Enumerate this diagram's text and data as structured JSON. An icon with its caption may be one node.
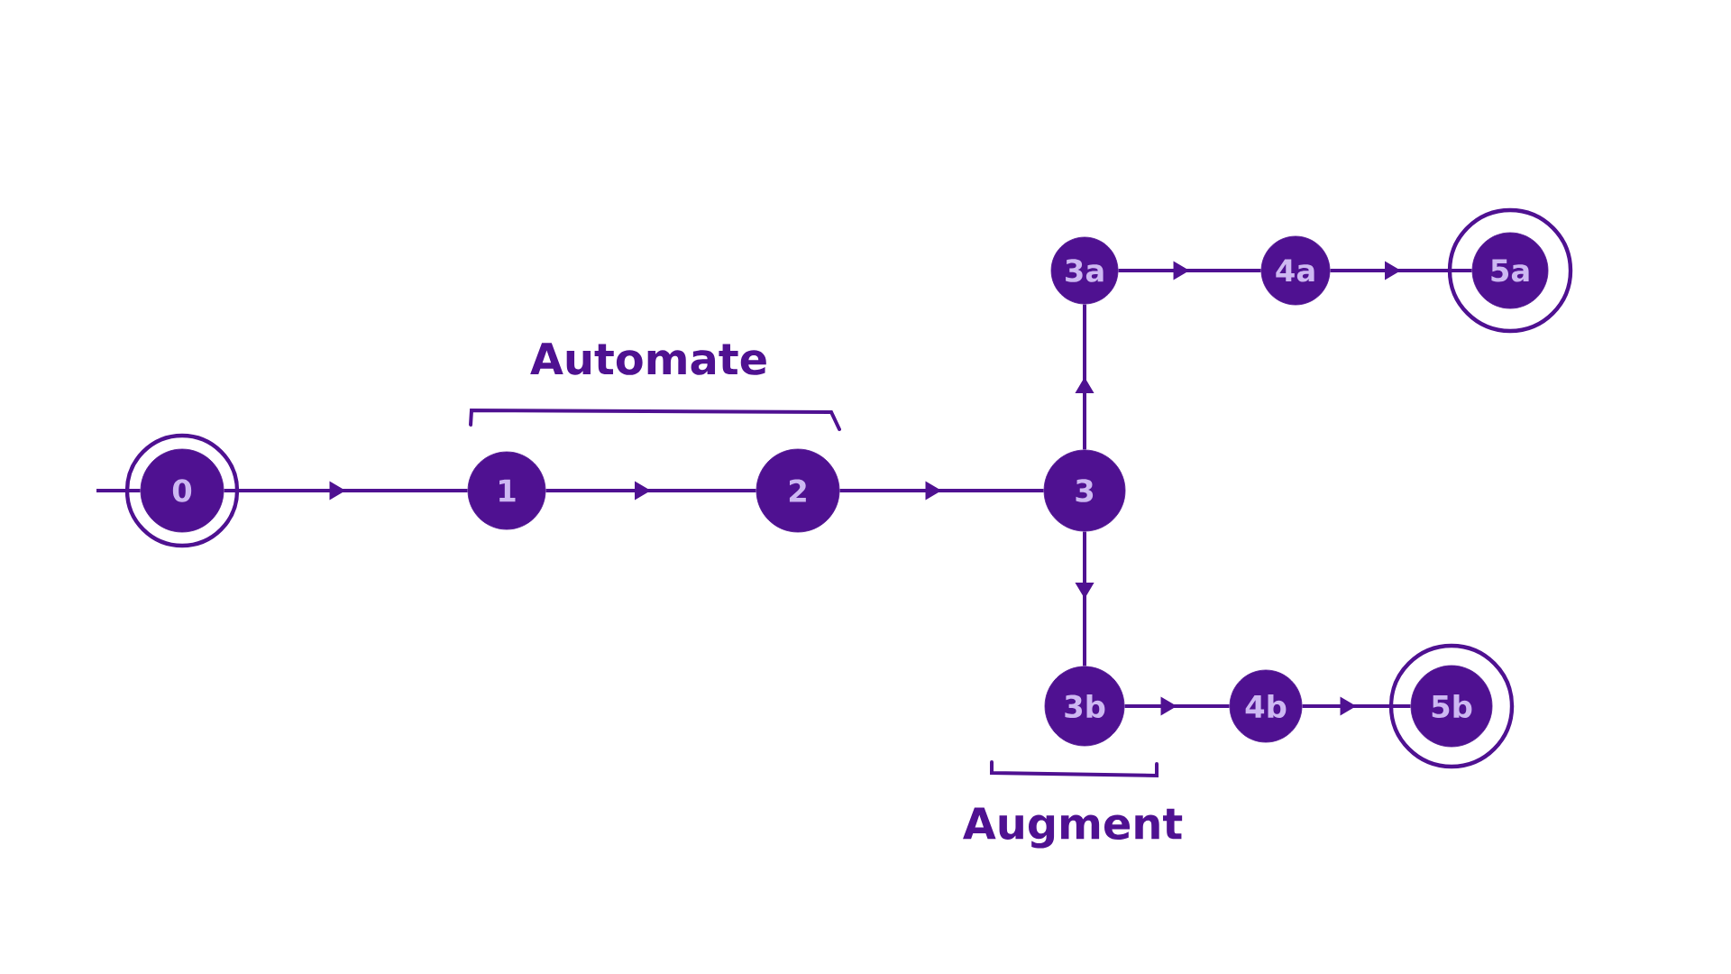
{
  "diagram": {
    "nodes": [
      {
        "text": [
          "0"
        ]
      },
      {
        "text": [
          "1"
        ]
      },
      {
        "text": [
          "2"
        ]
      },
      {
        "text": [
          "3"
        ]
      },
      {
        "text": [
          "3a"
        ]
      },
      {
        "text": [
          "4a"
        ]
      },
      {
        "text": [
          "5a"
        ]
      },
      {
        "text": [
          "3b"
        ]
      },
      {
        "text": [
          "4b"
        ]
      },
      {
        "text": [
          "5b"
        ]
      }
    ],
    "edges": [
      {
        "from": null,
        "to": 0,
        "arrow": "none"
      },
      {
        "from": 0,
        "to": 1,
        "arrow": "to"
      },
      {
        "from": 1,
        "to": 2,
        "arrow": "to"
      },
      {
        "from": 2,
        "to": 3,
        "arrow": "to"
      },
      {
        "from": 3,
        "to": 4,
        "arrow": "to"
      },
      {
        "from": 4,
        "to": 5,
        "arrow": "to"
      },
      {
        "from": 5,
        "to": 6,
        "arrow": "to"
      },
      {
        "from": 3,
        "to": 7,
        "arrow": "to"
      },
      {
        "from": 7,
        "to": 8,
        "arrow": "to"
      },
      {
        "from": 8,
        "to": 9,
        "arrow": "to"
      }
    ],
    "labels": [
      "Automate",
      "Augment"
    ]
  }
}
